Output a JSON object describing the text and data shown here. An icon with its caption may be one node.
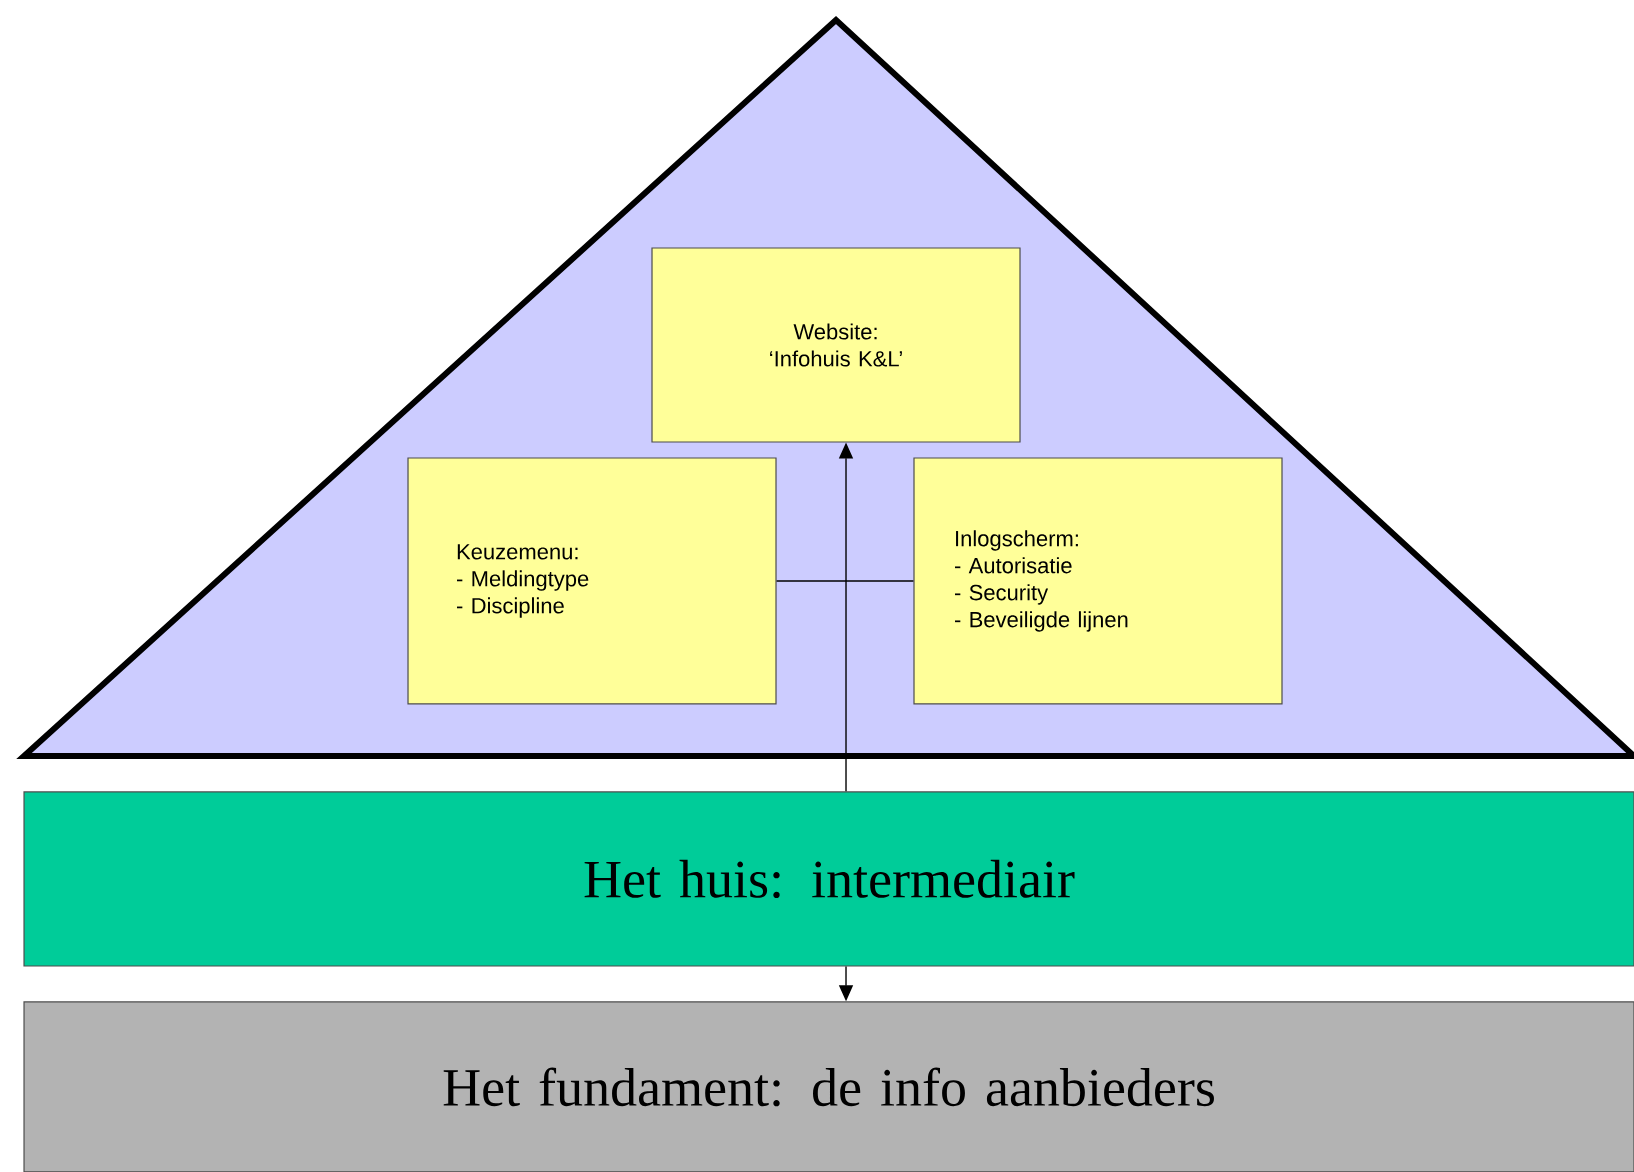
{
  "diagram": {
    "nodes": [
      {
        "text": [],
        "shape": "triangle"
      },
      {
        "text": [
          "Website:",
          "‘Infohuis K&L’"
        ],
        "in": 0
      },
      {
        "text": [
          "Keuzemenu:",
          "- Meldingtype",
          "- Discipline"
        ],
        "in": 0
      },
      {
        "text": [
          "Inlogscherm:",
          "- Autorisatie",
          "- Security",
          "- Beveiligde lijnen"
        ],
        "in": 0
      },
      {
        "text": [
          "Het huis: intermediair"
        ]
      },
      {
        "text": [
          "Het fundament: de info aanbieders"
        ]
      }
    ],
    "edges": [
      {
        "from": 4,
        "to": 1,
        "arrow": "to"
      },
      {
        "from": 4,
        "to": 5,
        "arrow": "to"
      },
      {
        "from": 2,
        "to": 3,
        "arrow": "none"
      }
    ]
  }
}
